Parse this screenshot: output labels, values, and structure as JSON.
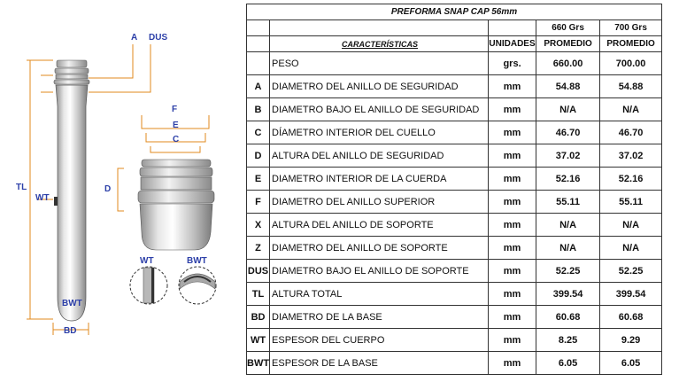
{
  "diagram": {
    "labels": {
      "a": "A",
      "dus": "DUS",
      "tl": "TL",
      "wt": "WT",
      "bwt": "BWT",
      "bd": "BD",
      "f": "F",
      "e": "E",
      "c": "C",
      "d": "D",
      "wt_detail": "WT",
      "bwt_detail": "BWT"
    }
  },
  "table": {
    "title": "PREFORMA SNAP CAP 56mm",
    "col_caracteristicas": "CARACTERÍSTICAS",
    "col_unidades": "UNIDADES",
    "weight_1": "660 Grs",
    "weight_2": "700 Grs",
    "promedio_1": "PROMEDIO",
    "promedio_2": "PROMEDIO",
    "rows": [
      {
        "code": "",
        "desc": "PESO",
        "unit": "grs.",
        "v1": "660.00",
        "v2": "700.00"
      },
      {
        "code": "A",
        "desc": "DIAMETRO DEL ANILLO DE SEGURIDAD",
        "unit": "mm",
        "v1": "54.88",
        "v2": "54.88"
      },
      {
        "code": "B",
        "desc": "DIAMETRO BAJO EL ANILLO DE SEGURIDAD",
        "unit": "mm",
        "v1": "N/A",
        "v2": "N/A"
      },
      {
        "code": "C",
        "desc": "DÍAMETRO INTERIOR DEL CUELLO",
        "unit": "mm",
        "v1": "46.70",
        "v2": "46.70"
      },
      {
        "code": "D",
        "desc": "ALTURA DEL ANILLO DE SEGURIDAD",
        "unit": "mm",
        "v1": "37.02",
        "v2": "37.02"
      },
      {
        "code": "E",
        "desc": "DIAMETRO INTERIOR DE LA CUERDA",
        "unit": "mm",
        "v1": "52.16",
        "v2": "52.16"
      },
      {
        "code": "F",
        "desc": "DIAMETRO DEL ANILLO SUPERIOR",
        "unit": "mm",
        "v1": "55.11",
        "v2": "55.11"
      },
      {
        "code": "X",
        "desc": "ALTURA DEL ANILLO DE SOPORTE",
        "unit": "mm",
        "v1": "N/A",
        "v2": "N/A"
      },
      {
        "code": "Z",
        "desc": "DIAMETRO DEL ANILLO DE SOPORTE",
        "unit": "mm",
        "v1": "N/A",
        "v2": "N/A"
      },
      {
        "code": "DUS",
        "desc": "DIAMETRO BAJO EL ANILLO DE SOPORTE",
        "unit": "mm",
        "v1": "52.25",
        "v2": "52.25"
      },
      {
        "code": "TL",
        "desc": "ALTURA TOTAL",
        "unit": "mm",
        "v1": "399.54",
        "v2": "399.54"
      },
      {
        "code": "BD",
        "desc": "DIAMETRO DE LA BASE",
        "unit": "mm",
        "v1": "60.68",
        "v2": "60.68"
      },
      {
        "code": "WT",
        "desc": "ESPESOR DEL CUERPO",
        "unit": "mm",
        "v1": "8.25",
        "v2": "9.29"
      },
      {
        "code": "BWT",
        "desc": "ESPESOR DE LA BASE",
        "unit": "mm",
        "v1": "6.05",
        "v2": "6.05"
      }
    ]
  }
}
